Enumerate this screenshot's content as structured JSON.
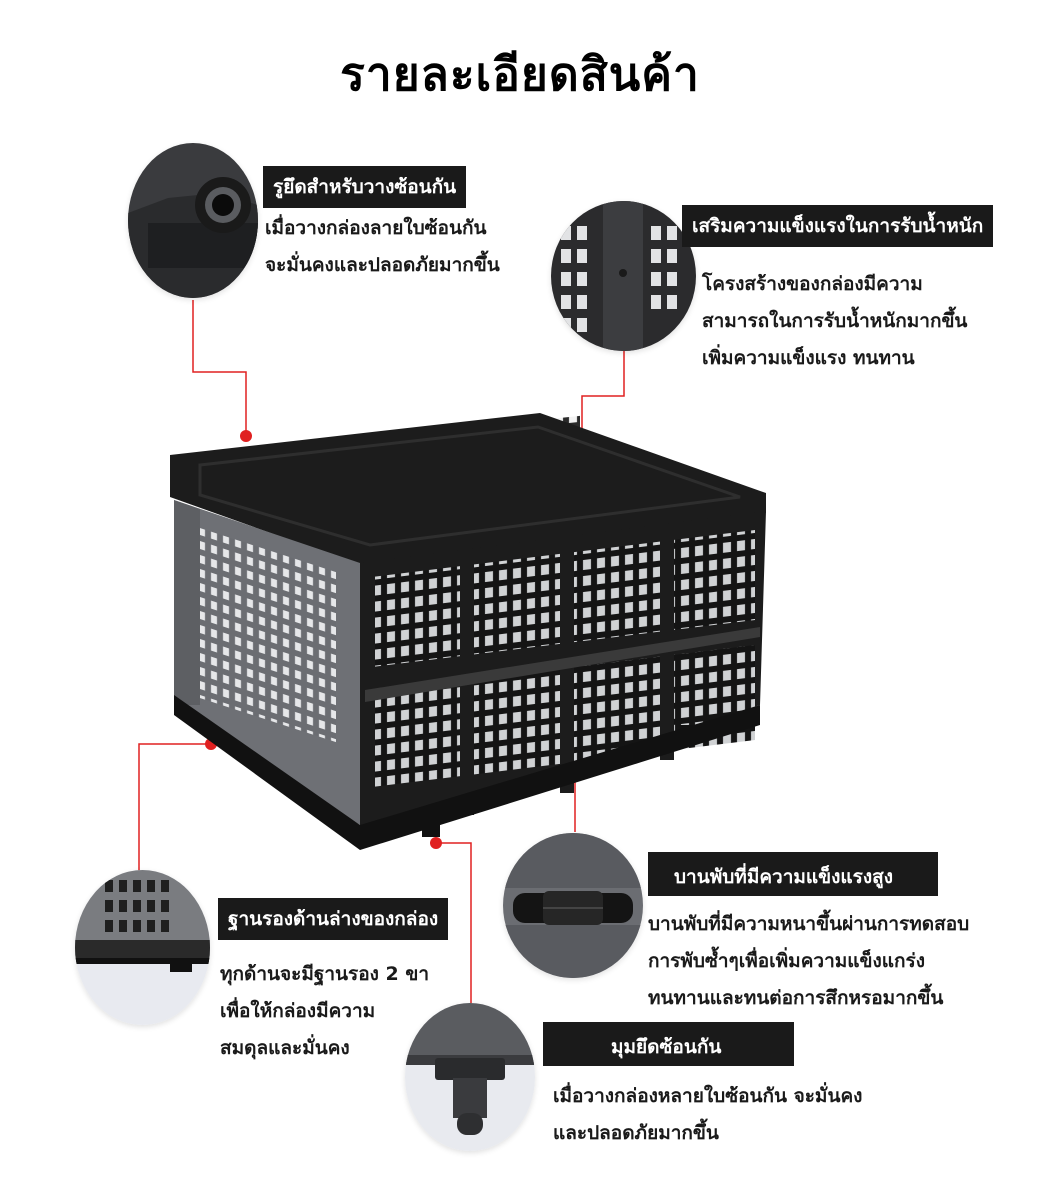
{
  "title": "รายละเอียดสินค้า",
  "features": [
    {
      "label": "รูยึดสำหรับวางซ้อนกัน",
      "lines": [
        "เมื่อวางกล่องลายใบซ้อนกัน",
        "จะมั่นคงและปลอดภัยมากขึ้น"
      ]
    },
    {
      "label": "เสริมความแข็งแรงในการรับน้ำหนัก",
      "lines": [
        "โครงสร้างของกล่องมีความ",
        "สามารถในการรับน้ำหนักมากขึ้น",
        "เพิ่มความแข็งแรง ทนทาน"
      ]
    },
    {
      "label": "บานพับที่มีความแข็งแรงสูง",
      "lines": [
        "บานพับที่มีความหนาขึ้นผ่านการทดสอบ",
        "การพับซ้ำๆเพื่อเพิ่มความแข็งแกร่ง",
        "ทนทานและทนต่อการสึกหรอมากขึ้น"
      ]
    },
    {
      "label": "ฐานรองด้านล่างของกล่อง",
      "lines": [
        "ทุกด้านจะมีฐานรอง 2 ขา",
        "เพื่อให้กล่องมีความ",
        "สมดุลและมั่นคง"
      ]
    },
    {
      "label": "มุมยึดซ้อนกัน",
      "lines": [
        "เมื่อวางกล่องหลายใบซ้อนกัน จะมั่นคง",
        "และปลอดภัยมากขึ้น"
      ]
    }
  ],
  "colors": {
    "label_bg": "#1a1a1a",
    "pointer": "#e02020",
    "crate_black": "#1c1c1c",
    "crate_grey": "#6e7075"
  }
}
